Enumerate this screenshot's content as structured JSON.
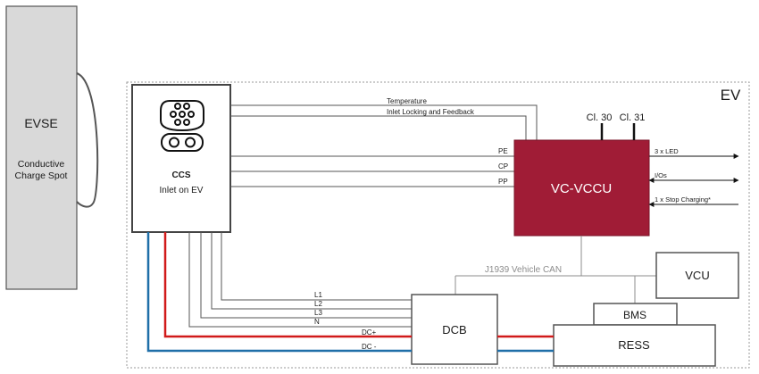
{
  "evse": {
    "title": "EVSE",
    "subtitle_line1": "Conductive",
    "subtitle_line2": "Charge Spot"
  },
  "ev_label": "EV",
  "inlet": {
    "title": "CCS",
    "subtitle": "Inlet on EV",
    "icon": "ccs-connector-icon"
  },
  "signals": {
    "temperature": "Temperature",
    "inlet_locking": "Inlet Locking and Feedback",
    "pe": "PE",
    "cp": "CP",
    "pp": "PP"
  },
  "controller": {
    "label": "VC-VCCU",
    "cl30": "Cl. 30",
    "cl31": "Cl. 31",
    "out_led": "3 x LED",
    "out_ios": "I/Os",
    "in_stop": "1 x Stop Charging*"
  },
  "bus": {
    "label": "J1939 Vehicle CAN"
  },
  "vcu": {
    "label": "VCU"
  },
  "bms": {
    "label": "BMS"
  },
  "ress": {
    "label": "RESS"
  },
  "dcb": {
    "label": "DCB"
  },
  "ac_lines": {
    "l1": "L1",
    "l2": "L2",
    "l3": "L3",
    "n": "N"
  },
  "dc_lines": {
    "plus": "DC+",
    "minus": "DC -"
  },
  "colors": {
    "controller_fill": "#a01c36",
    "evse_fill": "#d9d9d9",
    "dc_plus": "#d11a1a",
    "dc_minus": "#1f6fa8",
    "line": "#555555",
    "bus_line": "#8c8c8c"
  }
}
